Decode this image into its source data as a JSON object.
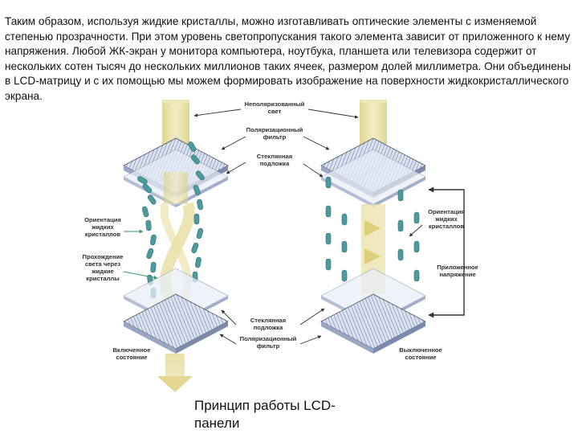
{
  "paragraph": "Таким образом, используя жидкие кристаллы, можно изготавливать оптические элементы с изменяемой степенью прозрачности. При этом уровень светопропускания такого элемента зависит от приложенного к нему напряжения. Любой ЖК-экран у монитора компьютера, ноутбука, планшета или телевизора содержит от нескольких сотен тысяч до нескольких миллионов таких ячеек, размером долей миллиметра. Они объединены в LCD-матрицу и с их помощью мы можем формировать изображение на поверхности жидкокристаллического экрана.",
  "caption": "Принцип работы LCD-панели",
  "diagram": {
    "labels": {
      "unpolarized_1": "Неполяризованный",
      "unpolarized_2": "свет",
      "filter_top_1": "Поляризационный",
      "filter_top_2": "фильтр",
      "glass_top_1": "Стеклянная",
      "glass_top_2": "подложка",
      "orient_left_1": "Ориентация",
      "orient_left_2": "жидких",
      "orient_left_3": "кристаллов",
      "passage_1": "Прохождение",
      "passage_2": "света через",
      "passage_3": "жидкие",
      "passage_4": "кристаллы",
      "orient_right_1": "Ориентация",
      "orient_right_2": "жидких",
      "orient_right_3": "кристаллов",
      "voltage_1": "Приложенное",
      "voltage_2": "напряжение",
      "glass_bottom_1": "Стеклянная",
      "glass_bottom_2": "подложка",
      "filter_bottom_1": "Поляризационный",
      "filter_bottom_2": "фильтр",
      "on_state_1": "Включенное",
      "on_state_2": "состояние",
      "off_state_1": "Выключенное",
      "off_state_2": "состояние"
    },
    "colors": {
      "light_beam": "#e6dc9a",
      "plate_fill": "#d9e3f1",
      "plate_lines": "#3d4a6b",
      "crystal": "#4f9a9e",
      "arrow": "#333333"
    }
  }
}
